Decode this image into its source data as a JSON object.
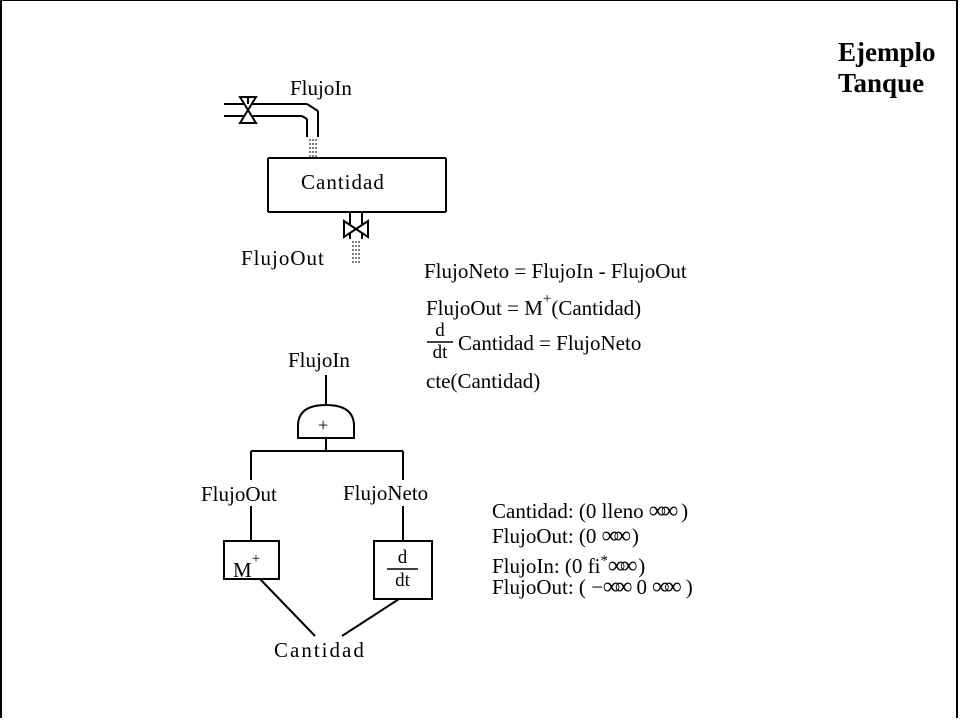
{
  "title": {
    "line1": "Ejemplo",
    "line2": "Tanque"
  },
  "tank": {
    "inflow_label": "FlujoIn",
    "content_label": "Cantidad",
    "outflow_label": "FlujoOut"
  },
  "equations": {
    "eq1": "FlujoNeto = FlujoIn - FlujoOut",
    "eq2_left": "FlujoOut = M",
    "eq2_sup": "+",
    "eq2_right": "(Cantidad)",
    "eq3_num": "d",
    "eq3_den": "dt",
    "eq3_rest": "Cantidad = FlujoNeto",
    "eq4": "cte(Cantidad)"
  },
  "network": {
    "top_label": "FlujoIn",
    "adder_symbol": "+",
    "left_label": "FlujoOut",
    "right_label": "FlujoNeto",
    "mplus_box_main": "M",
    "mplus_box_sup": "+",
    "deriv_num": "d",
    "deriv_den": "dt",
    "bottom_label": "Cantidad"
  },
  "spaces": {
    "row1_a": "Cantidad: (0 lleno ",
    "row1_b": ")",
    "row2_a": "FlujoOut:  (0 ",
    "row2_b": ")",
    "row3_a": "FlujoIn: (0 fi",
    "row3_star": "*",
    "row3_b": ")",
    "row4_a": "FlujoOut: ( ",
    "row4_minus": "−",
    "row4_mid": " 0 ",
    "row4_b": " )",
    "infinity": "∞"
  }
}
